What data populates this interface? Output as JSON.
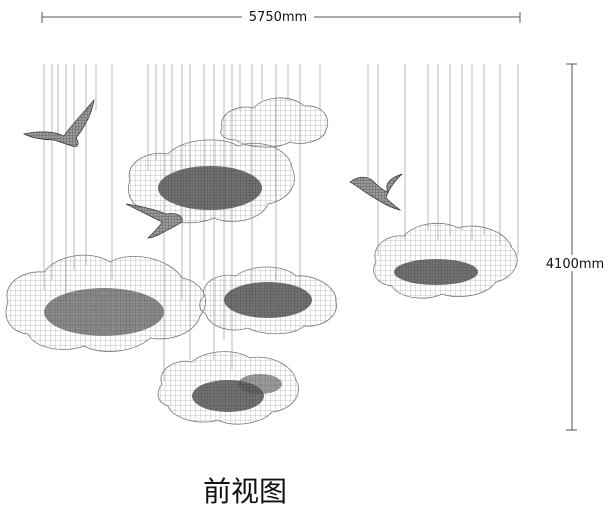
{
  "dimensions": {
    "width_label": "5750mm",
    "height_label": "4100mm"
  },
  "caption": "前视图",
  "colors": {
    "line": "#555555",
    "mesh": "#8a8a8a",
    "core": "#4a4a4a",
    "wire": "#b8b8b8"
  },
  "elements": {
    "clouds": 6,
    "birds": 3,
    "description_icons": [
      "cloud-icon",
      "bird-icon"
    ]
  }
}
